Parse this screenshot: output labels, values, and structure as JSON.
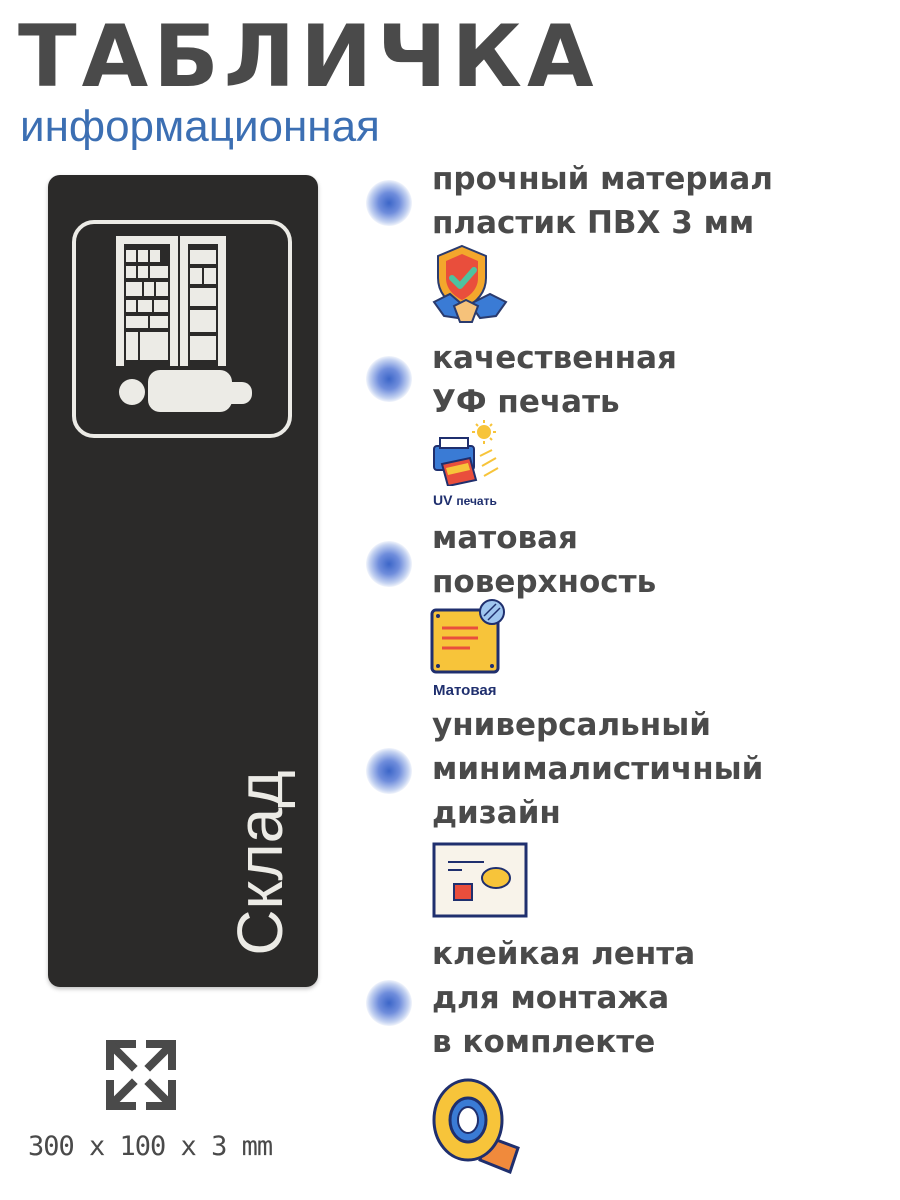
{
  "header": {
    "title": "ТАБЛИЧКА",
    "subtitle": "информационная"
  },
  "sign": {
    "text": "Склад",
    "icon": "warehouse-shelves-worker-icon",
    "background_color": "#2b2a29",
    "foreground_color": "#ecebe6"
  },
  "dimensions": {
    "icon": "expand-arrows-icon",
    "text": "300 x 100 x 3 mm"
  },
  "features": [
    {
      "lines": [
        "прочный материал",
        "пластик ПВХ 3 мм"
      ],
      "icon": "shield-handshake-icon"
    },
    {
      "lines": [
        "качественная",
        "УФ печать"
      ],
      "icon": "uv-printer-icon",
      "icon_label_prefix": "UV",
      "icon_label_suffix": "печать"
    },
    {
      "lines": [
        "матовая",
        "поверхность"
      ],
      "icon": "matte-board-icon",
      "icon_label": "Матовая"
    },
    {
      "lines": [
        "универсальный",
        "минималистичный",
        "дизайн"
      ],
      "icon": "design-window-icon"
    },
    {
      "lines": [
        "клейкая лента",
        "для монтажа",
        "в комплекте"
      ],
      "icon": "adhesive-tape-icon"
    }
  ],
  "colors": {
    "title": "#4a4a4a",
    "subtitle": "#3c6fb3",
    "bullet": "#3c66c8"
  }
}
